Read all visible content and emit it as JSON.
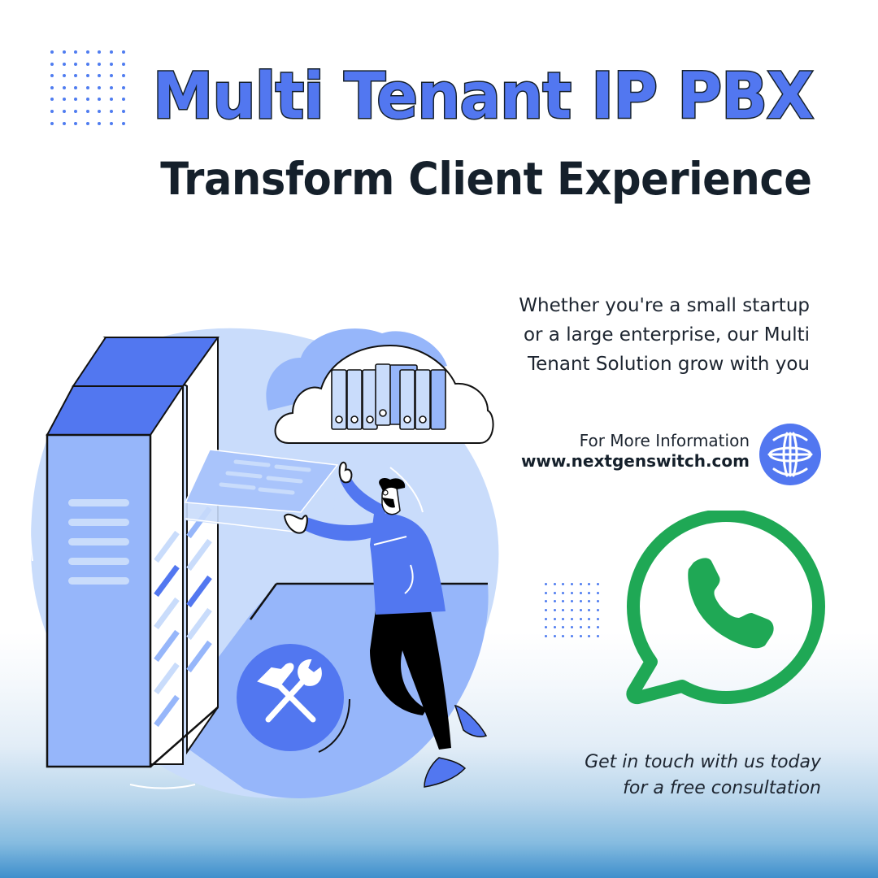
{
  "header": {
    "title": "Multi Tenant IP PBX",
    "subtitle": "Transform Client Experience"
  },
  "description": {
    "lines": [
      "Whether you're a small startup",
      "or a large enterprise, our Multi",
      "Tenant Solution grow with you"
    ]
  },
  "contact": {
    "label": "For More Information",
    "url": "www.nextgenswitch.com",
    "icon": "globe-icon"
  },
  "cta": {
    "lines": [
      "Get in touch with us today",
      "for a free consultation"
    ],
    "icon": "whatsapp-icon"
  },
  "illustration": {
    "elements": [
      "server-rack",
      "cloud-storage",
      "person-pulling-drawer",
      "tools-badge"
    ]
  },
  "colors": {
    "accent_blue": "#5277f0",
    "light_blue": "#96b6fa",
    "pale_blue": "#c9dcfb",
    "text_dark": "#15202b",
    "whatsapp_green": "#1fa855",
    "bottom_gradient": "#3f8fcc"
  }
}
